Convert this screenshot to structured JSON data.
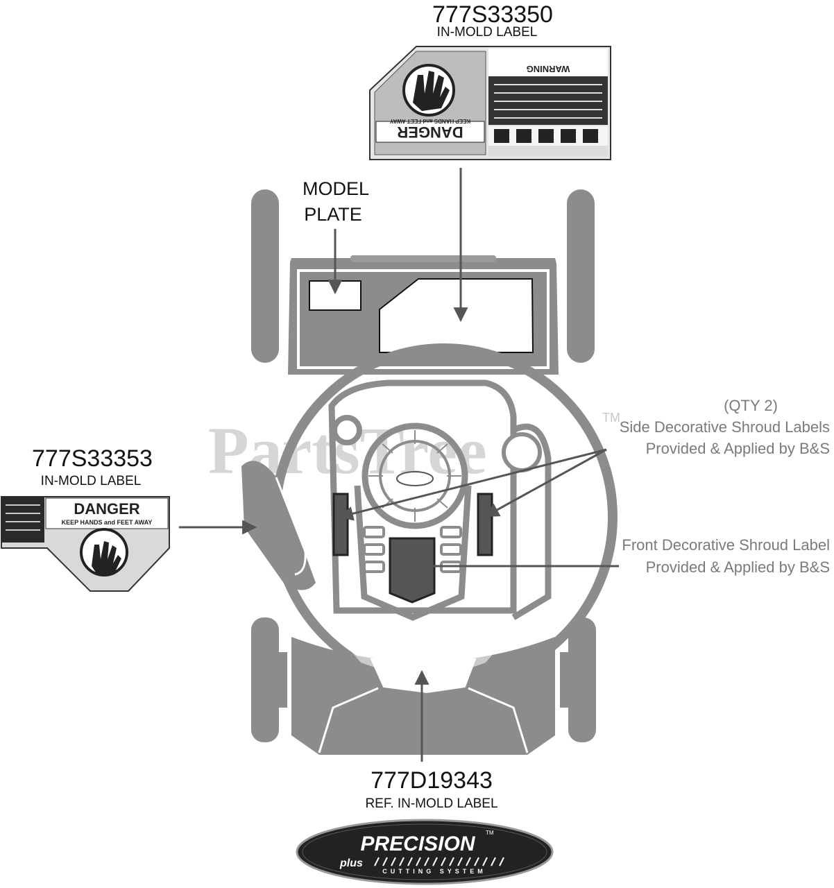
{
  "watermark": {
    "text": "PartsTree",
    "tm": "TM"
  },
  "labels": {
    "top": {
      "part": "777S33350",
      "desc": "IN-MOLD LABEL"
    },
    "left": {
      "part": "777S33353",
      "desc": "IN-MOLD LABEL"
    },
    "bottom": {
      "part": "777D19343",
      "desc": "REF. IN-MOLD LABEL"
    },
    "model_plate": {
      "line1": "MODEL",
      "line2": "PLATE"
    }
  },
  "callouts": {
    "side": {
      "qty": "(QTY 2)",
      "line1": "Side Decorative Shroud Labels",
      "line2": "Provided & Applied by B&S"
    },
    "front": {
      "line1": "Front Decorative Shroud Label",
      "line2": "Provided & Applied by B&S"
    }
  },
  "decals": {
    "danger": {
      "word": "DANGER",
      "sub": "KEEP HANDS and FEET AWAY"
    },
    "warning": {
      "word": "WARNING"
    },
    "precision": {
      "brand": "PRECISION",
      "plus": "plus",
      "tag": "CUTTING SYSTEM",
      "tm": "TM"
    }
  },
  "colors": {
    "mower_gray": "#8c8c8c",
    "outline": "#2b2b2b",
    "arrow": "#555555",
    "callout_text": "#7a7a7a"
  }
}
